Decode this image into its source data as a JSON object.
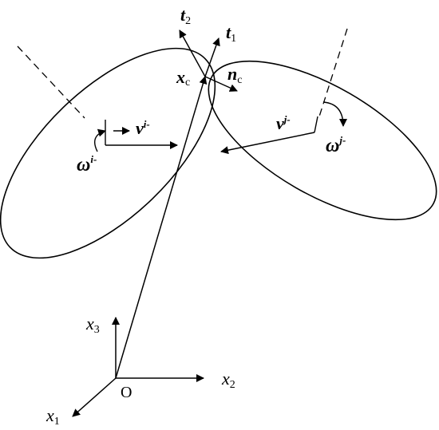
{
  "labels": {
    "t2": "t",
    "t2_sub": "2",
    "t1": "t",
    "t1_sub": "1",
    "xc": "x",
    "xc_sub": "c",
    "nc": "n",
    "nc_sub": "c",
    "v_i": "v",
    "v_i_sup": "i-",
    "v_j": "v",
    "v_j_sup": "j-",
    "omega_i": "ω",
    "omega_i_sup": "i-",
    "omega_j": "ω",
    "omega_j_sup": "j-",
    "x3": "x",
    "x3_sub": "3",
    "x2": "x",
    "x2_sub": "2",
    "x1": "x",
    "x1_sub": "1",
    "origin": "O"
  },
  "colors": {
    "ink": "#000000",
    "background": "#ffffff"
  }
}
